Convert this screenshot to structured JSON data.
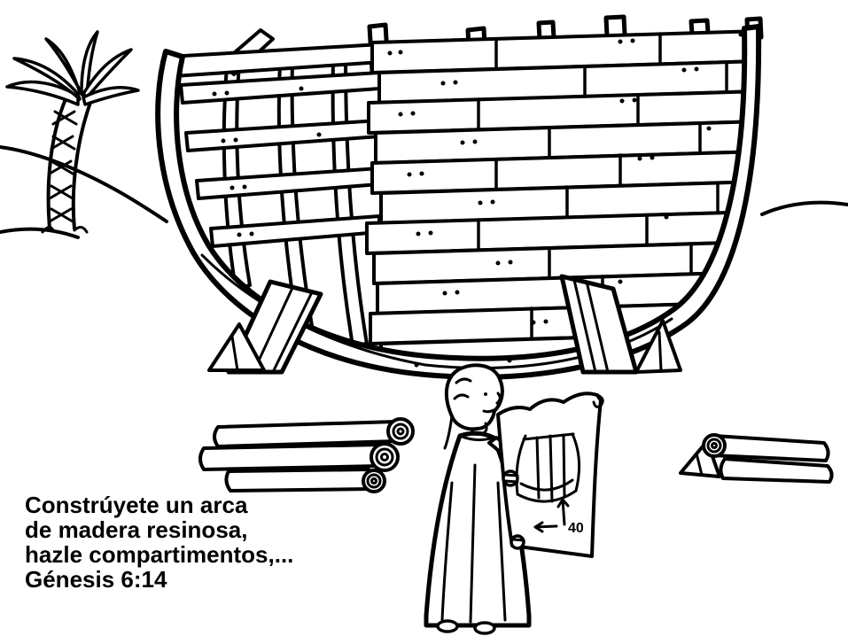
{
  "caption": {
    "lines": [
      "Constrúyete un arca",
      "de madera resinosa,",
      "hazle compartimentos,...",
      "Génesis 6:14"
    ]
  },
  "blueprint": {
    "measurement": "40"
  },
  "colors": {
    "ink": "#000000",
    "paper": "#ffffff"
  }
}
